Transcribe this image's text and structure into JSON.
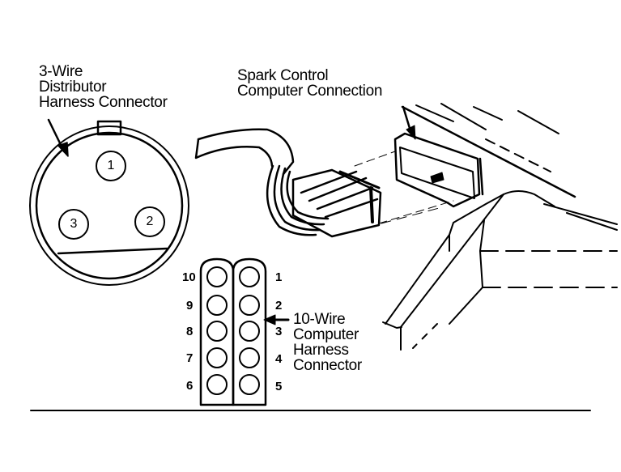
{
  "labels": {
    "distributor_connector": [
      "3-Wire",
      "Distributor",
      "Harness Connector"
    ],
    "spark_control": [
      "Spark Control",
      "Computer Connection"
    ],
    "computer_harness": [
      "10-Wire",
      "Computer",
      "Harness",
      "Connector"
    ]
  },
  "distributor_pins": [
    "1",
    "2",
    "3"
  ],
  "computer_pins": {
    "left_column": [
      "10",
      "9",
      "8",
      "7",
      "6"
    ],
    "right_column": [
      "1",
      "2",
      "3",
      "4",
      "5"
    ]
  },
  "colors": {
    "ink": "#000000",
    "paper": "#ffffff"
  }
}
